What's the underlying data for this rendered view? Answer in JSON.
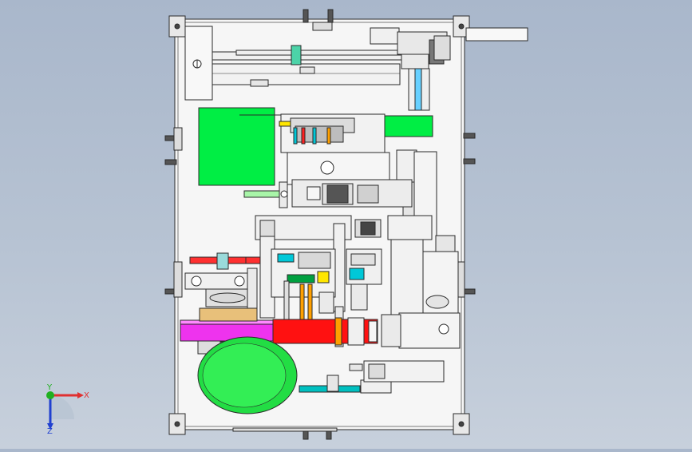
{
  "viewport": {
    "background_top": "#a9b7cb",
    "background_bottom": "#c7d0dc"
  },
  "palette": {
    "frame": "#f4f4f4",
    "outline": "#2a2a2a",
    "green": "#00ee44",
    "magenta": "#ee33ee",
    "red": "#ff1111",
    "orange": "#ffa000",
    "cyan": "#00c8d8",
    "yellow": "#ffe600",
    "mint": "#a8f5a8"
  },
  "triad": {
    "x_label": "X",
    "y_label": "Y",
    "z_label": "Z",
    "x_color": "#e03030",
    "y_color": "#20b020",
    "z_color": "#2040d0"
  }
}
